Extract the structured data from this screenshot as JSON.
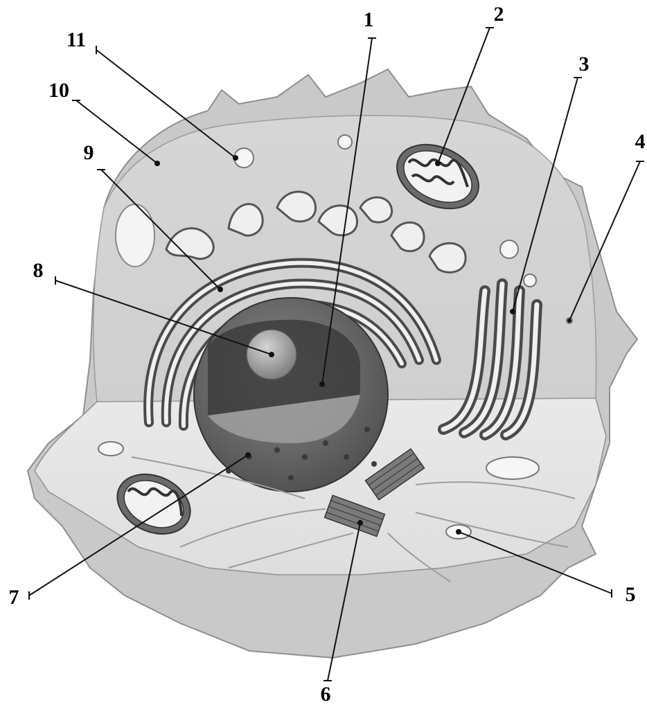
{
  "labels": [
    {
      "id": "1",
      "text": "1"
    },
    {
      "id": "2",
      "text": "2"
    },
    {
      "id": "3",
      "text": "3"
    },
    {
      "id": "4",
      "text": "4"
    },
    {
      "id": "5",
      "text": "5"
    },
    {
      "id": "6",
      "text": "6"
    },
    {
      "id": "7",
      "text": "7"
    },
    {
      "id": "8",
      "text": "8"
    },
    {
      "id": "9",
      "text": "9"
    },
    {
      "id": "10",
      "text": "10"
    },
    {
      "id": "11",
      "text": "11"
    }
  ],
  "colors": {
    "background": "#ffffff",
    "cell_outer": "#c8c8c8",
    "cell_edge": "#9a9a9a",
    "cytoplasm": "#dcdcdc",
    "cytoplasm_lower": "#e6e6e6",
    "nucleus": "#6e6e6e",
    "nucleus_interior": "#4a4a4a",
    "nucleolus": "#a8a8a8",
    "organelle_fill": "#f2f2f2",
    "organelle_dark": "#5a5a5a",
    "leader_line": "#111111",
    "label_text": "#000000"
  }
}
